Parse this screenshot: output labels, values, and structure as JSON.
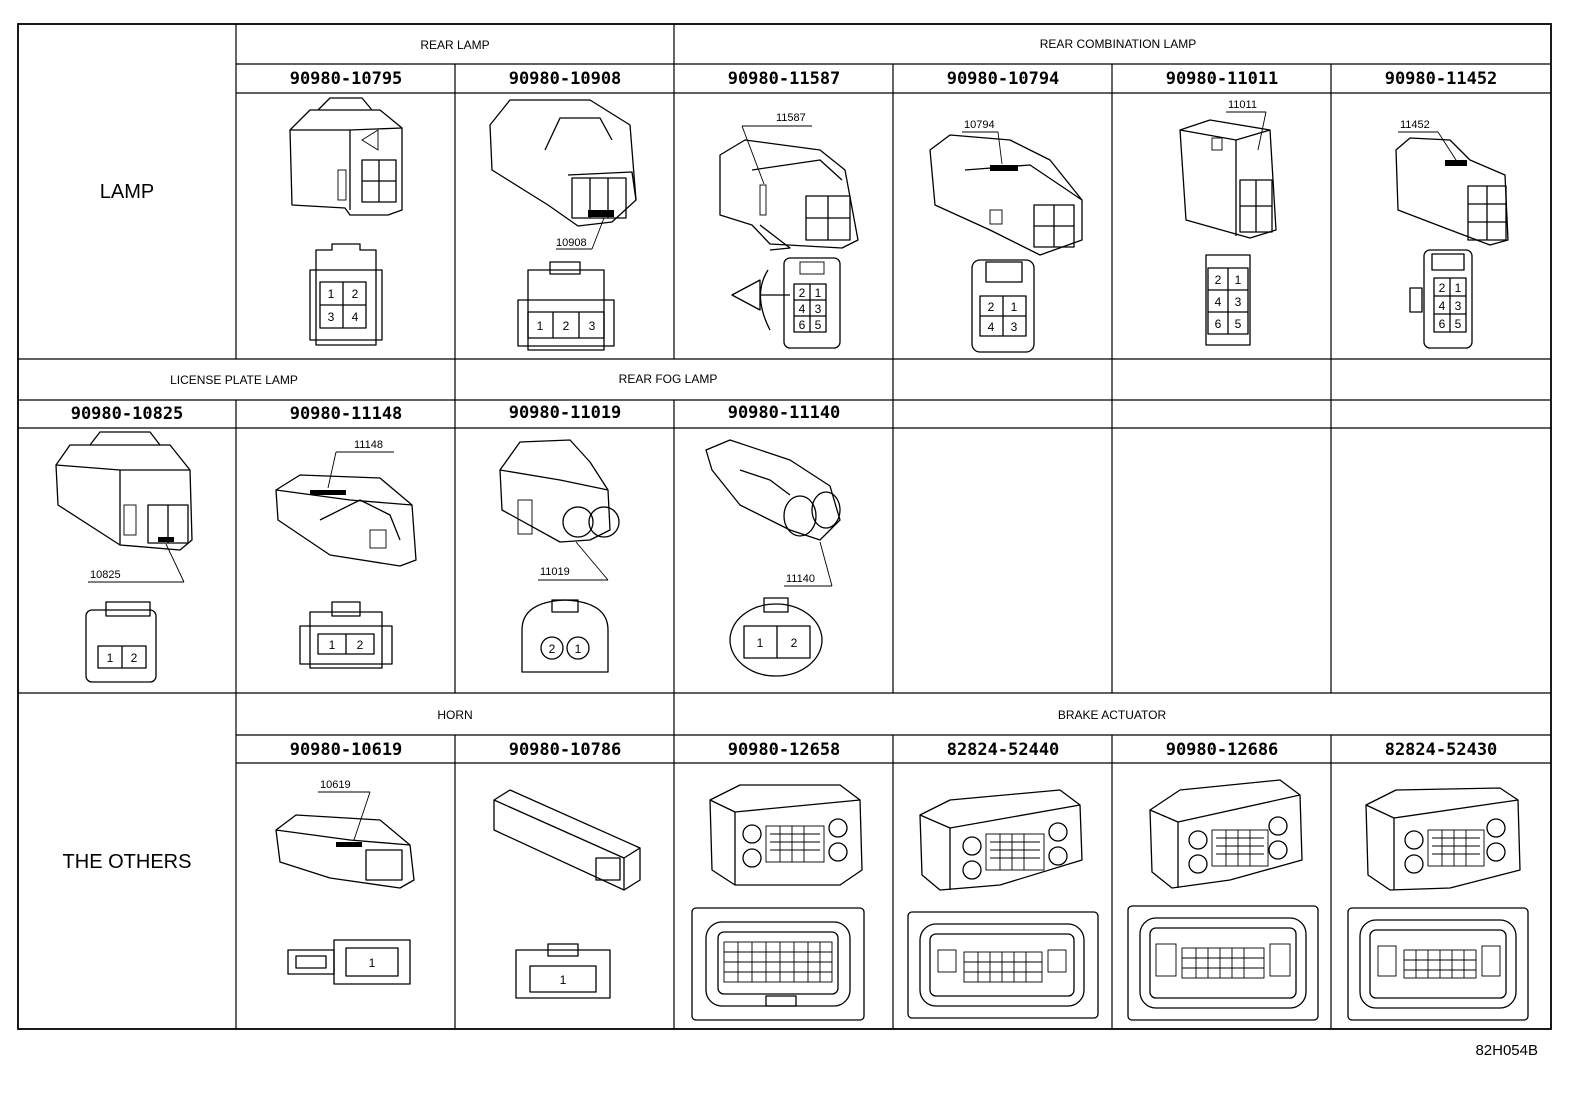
{
  "categories": {
    "lamp": "LAMP",
    "others": "THE OTHERS"
  },
  "groups": {
    "rear_lamp": "REAR LAMP",
    "rear_combination_lamp": "REAR COMBINATION LAMP",
    "license_plate_lamp": "LICENSE PLATE LAMP",
    "rear_fog_lamp": "REAR FOG LAMP",
    "horn": "HORN",
    "brake_actuator": "BRAKE ACTUATOR"
  },
  "parts": {
    "p10795": "90980-10795",
    "p10908": "90980-10908",
    "p11587": "90980-11587",
    "p10794": "90980-10794",
    "p11011": "90980-11011",
    "p11452": "90980-11452",
    "p10825": "90980-10825",
    "p11148": "90980-11148",
    "p11019": "90980-11019",
    "p11140": "90980-11140",
    "p10619": "90980-10619",
    "p10786": "90980-10786",
    "p12658": "90980-12658",
    "p52440": "82824-52440",
    "p12686": "90980-12686",
    "p52430": "82824-52430"
  },
  "callouts": {
    "c10908": "10908",
    "c11587": "11587",
    "c10794": "10794",
    "c11011": "11011",
    "c11452": "11452",
    "c10825": "10825",
    "c11148": "11148",
    "c11019": "11019",
    "c11140": "11140",
    "c10619": "10619"
  },
  "pins": {
    "p1": "1",
    "p2": "2",
    "p3": "3",
    "p4": "4",
    "p5": "5",
    "p6": "6"
  },
  "figure_ref": "82H054B"
}
